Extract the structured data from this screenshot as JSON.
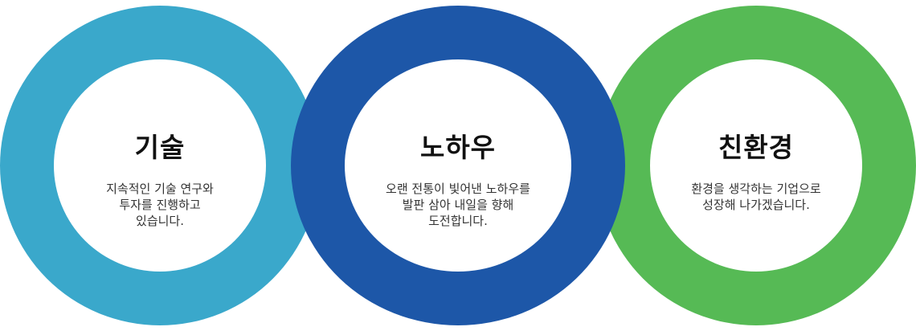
{
  "circles": [
    {
      "title": "기술",
      "description": "지속적인 기술 연구와\n투자를 진행하고\n있습니다.",
      "color": "#3AA8CB"
    },
    {
      "title": "노하우",
      "description": "오랜 전통이 빛어낸 노하우를\n발판 삼아 내일을 향해\n도전합니다.",
      "color": "#1D57A8"
    },
    {
      "title": "친환경",
      "description": "환경을 생각하는 기업으로\n성장해 나가겠습니다.",
      "color": "#56BA55"
    }
  ]
}
